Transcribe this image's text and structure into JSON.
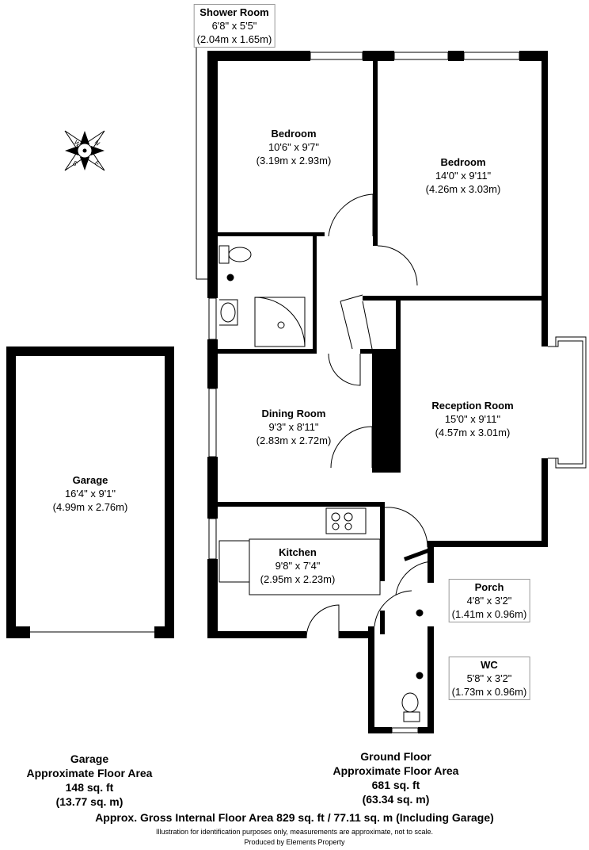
{
  "rooms": [
    {
      "name": "Shower Room",
      "imperial": "6'8\" x 5'5\"",
      "metric": "(2.04m x 1.65m)"
    },
    {
      "name": "Bedroom",
      "imperial": "10'6\" x 9'7\"",
      "metric": "(3.19m x 2.93m)"
    },
    {
      "name": "Bedroom",
      "imperial": "14'0\" x 9'11\"",
      "metric": "(4.26m x 3.03m)"
    },
    {
      "name": "Dining Room",
      "imperial": "9'3\" x 8'11\"",
      "metric": "(2.83m x 2.72m)"
    },
    {
      "name": "Reception Room",
      "imperial": "15'0\" x 9'11\"",
      "metric": "(4.57m x 3.01m)"
    },
    {
      "name": "Garage",
      "imperial": "16'4\" x 9'1\"",
      "metric": "(4.99m x 2.76m)"
    },
    {
      "name": "Kitchen",
      "imperial": "9'8\" x 7'4\"",
      "metric": "(2.95m x 2.23m)"
    },
    {
      "name": "Porch",
      "imperial": "4'8\" x 3'2\"",
      "metric": "(1.41m x 0.96m)"
    },
    {
      "name": "WC",
      "imperial": "5'8\" x 3'2\"",
      "metric": "(1.73m x 0.96m)"
    }
  ],
  "compass": {
    "letters": [
      "N",
      "E",
      "S",
      "W"
    ]
  },
  "areas": {
    "garage": {
      "title": "Garage",
      "subtitle": "Approximate Floor Area",
      "sqft": "148 sq. ft",
      "sqm": "(13.77 sq. m)"
    },
    "ground": {
      "title": "Ground Floor",
      "subtitle": "Approximate Floor Area",
      "sqft": "681 sq. ft",
      "sqm": "(63.34 sq. m)"
    }
  },
  "footer": {
    "gross": "Approx. Gross Internal Floor Area 829 sq. ft / 77.11 sq. m (Including Garage)",
    "disclaimer": "Illustration for identification purposes only, measurements are approximate, not to scale.",
    "producer": "Produced by Elements Property"
  }
}
